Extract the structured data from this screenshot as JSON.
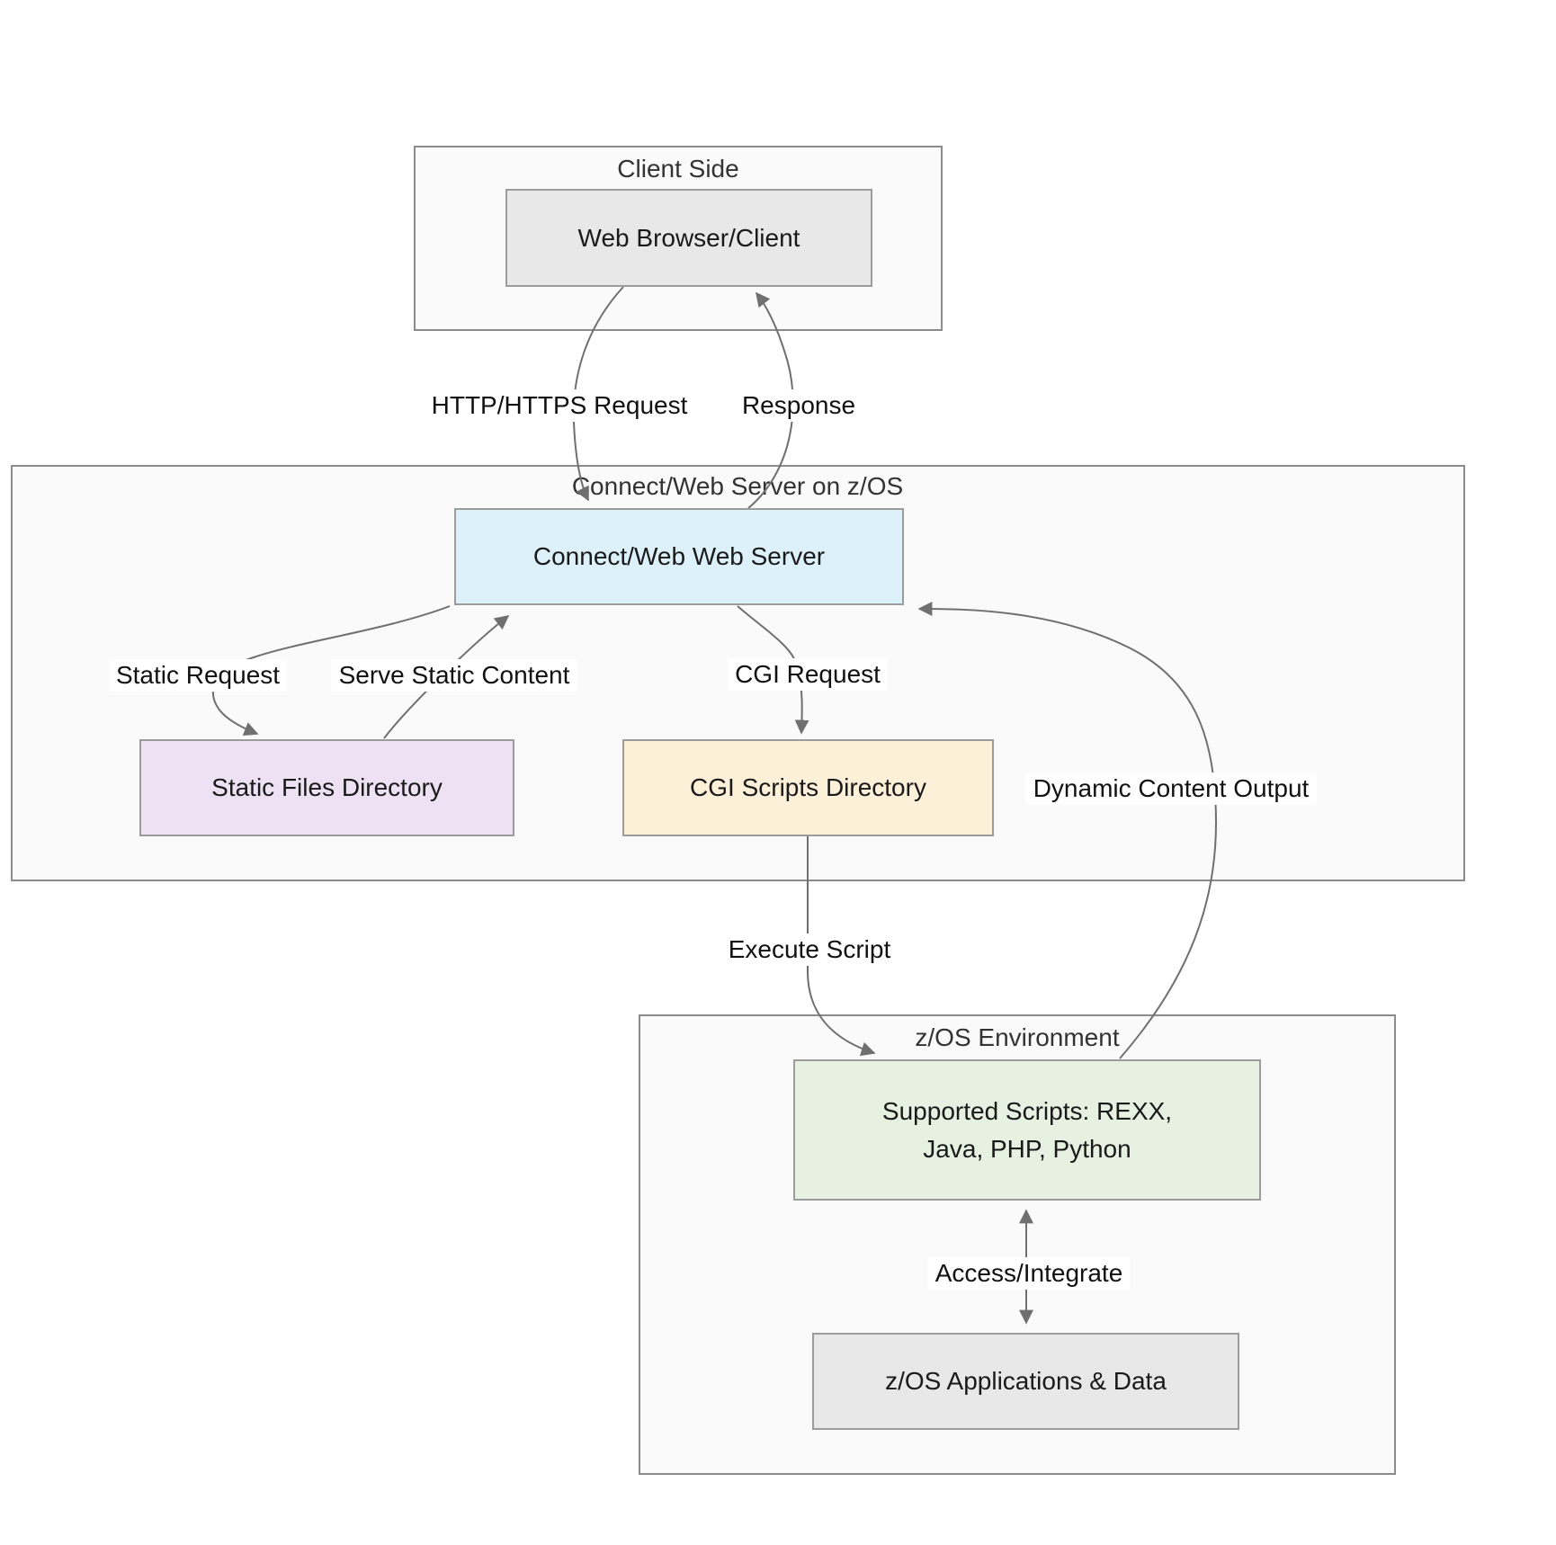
{
  "diagram": {
    "containers": {
      "client": {
        "title": "Client Side"
      },
      "server": {
        "title": "Connect/Web Server on z/OS"
      },
      "zos": {
        "title": "z/OS Environment"
      }
    },
    "nodes": {
      "browser": {
        "label": "Web Browser/Client",
        "fill": "#e8e8e8"
      },
      "webserver": {
        "label": "Connect/Web Web Server",
        "fill": "#ddf1fb"
      },
      "static_dir": {
        "label": "Static Files Directory",
        "fill": "#eee1f4"
      },
      "cgi_dir": {
        "label": "CGI Scripts Directory",
        "fill": "#fcf0d8"
      },
      "scripts": {
        "label": "Supported Scripts: REXX, Java, PHP, Python",
        "lines": [
          "Supported Scripts: REXX,",
          "Java, PHP, Python"
        ],
        "fill": "#e6f1e2"
      },
      "apps": {
        "label": "z/OS Applications & Data",
        "fill": "#e8e8e8"
      }
    },
    "edges": {
      "http_request": "HTTP/HTTPS Request",
      "response": "Response",
      "static_request": "Static Request",
      "serve_static": "Serve Static Content",
      "cgi_request": "CGI Request",
      "dynamic_output": "Dynamic Content Output",
      "execute_script": "Execute Script",
      "access_integrate": "Access/Integrate"
    },
    "colors": {
      "edge_stroke": "#6f6f6f",
      "node_border": "#9c9c9c",
      "container_border": "#8b8b8b",
      "container_bg": "#fafafa",
      "title_text": "#333333",
      "node_text": "#1a1a1a"
    }
  }
}
